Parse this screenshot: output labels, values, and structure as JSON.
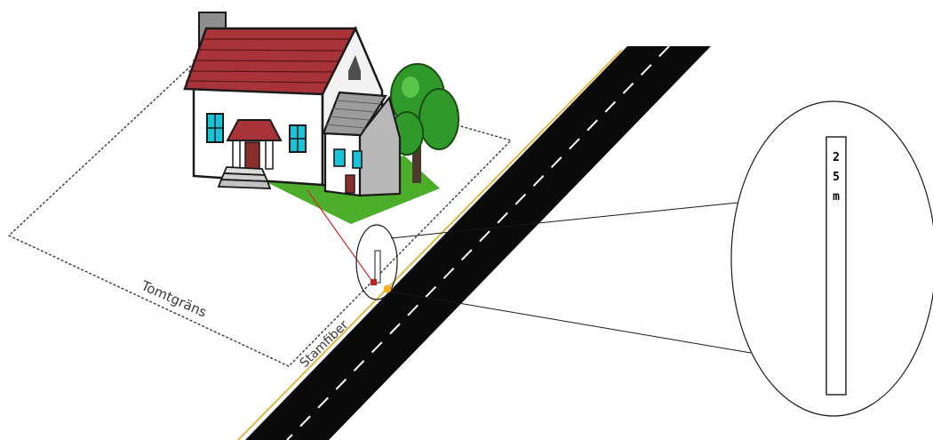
{
  "labels": {
    "lot_boundary": "Tomtgräns",
    "trunk_fiber": "Stamfiber",
    "depth_digit_1": "2",
    "depth_digit_2": "5",
    "depth_unit": "m"
  },
  "colors": {
    "road": "#0a0a0a",
    "road_marking": "#ffffff",
    "fiber_line": "#e0b84a",
    "fiber_junction": "#f0b020",
    "drop_cable": "#d03030",
    "house_wall": "#ffffff",
    "roof": "#a8343a",
    "window": "#19c4d8",
    "lawn": "#4cae2a",
    "tree": "#2f9a2a"
  }
}
